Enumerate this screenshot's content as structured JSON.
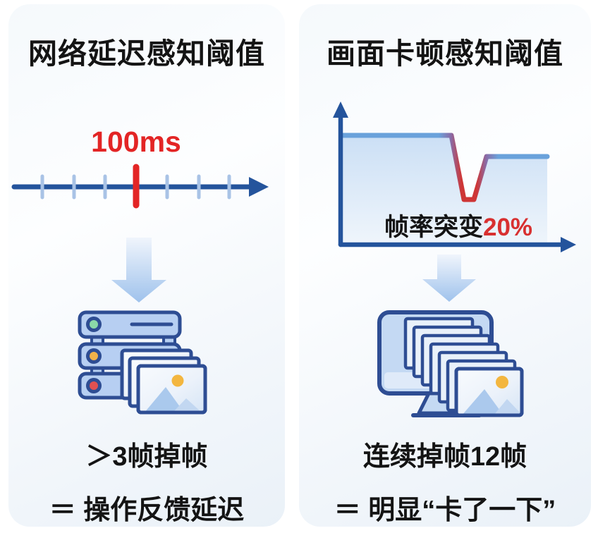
{
  "left_panel": {
    "title": "网络延迟感知阈值",
    "threshold_label": "100ms",
    "timeline": {
      "tick_count": 7,
      "highlight_tick_index": 3,
      "highlight_label": "100ms"
    },
    "icon": "server-with-photo-frames",
    "result_line1": "＞3帧掉帧",
    "result_line2": "＝ 操作反馈延迟"
  },
  "right_panel": {
    "title": "画面卡顿感知阈值",
    "chart_caption_text": "帧率突变",
    "chart_caption_value": "20%",
    "icon": "monitor-with-cascading-frames",
    "result_line1": "连续掉帧12帧",
    "result_line2": "＝ 明显“卡了一下”"
  },
  "chart_data": {
    "type": "line",
    "title": "画面卡顿感知阈值",
    "x": [
      0,
      1,
      2,
      3,
      4,
      5
    ],
    "series": [
      {
        "name": "帧率",
        "values": [
          100,
          100,
          40,
          40,
          80,
          80
        ]
      }
    ],
    "annotations": [
      "帧率突变20%"
    ],
    "xlabel": "",
    "ylabel": "",
    "grid": false,
    "legend": false,
    "ylim": [
      0,
      120
    ]
  },
  "colors": {
    "axis_blue": "#24549c",
    "tick_light_blue": "#a9c3e6",
    "highlight_red": "#e32525",
    "chart_line_blue": "#66a0da",
    "chart_line_red": "#ce3636",
    "icon_stroke_blue": "#2e4d93",
    "icon_fill_blue": "#b7cff2",
    "led_green": "#8bd9a8",
    "led_yellow": "#f2b24a",
    "led_red": "#e05151",
    "sun_yellow": "#f3b63f"
  }
}
